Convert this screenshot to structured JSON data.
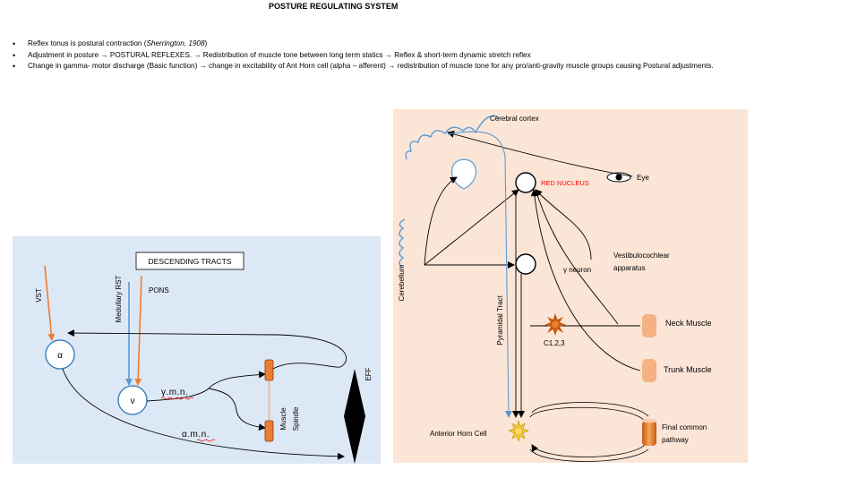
{
  "title": "POSTURE REGULATING SYSTEM",
  "bullets": [
    {
      "text": "Reflex tonus is postural contraction (",
      "italic": "Sherrington, 1908",
      "tail": ")"
    },
    {
      "text": "Adjustment in posture → POSTURAL REFLEXES. → Redistribution of muscle tone between long term statics → Reflex & short-term dynamic stretch reflex",
      "italic": "",
      "tail": ""
    },
    {
      "text": "Change in gamma- motor discharge (Basic function)  → change in excitability of Ant Horn cell (alpha – afferent) → redistribution of muscle tone for any pro/anti-gravity muscle groups causing Postural adjustments.",
      "italic": "",
      "tail": ""
    }
  ],
  "left_panel": {
    "descending_tracts": "DESCENDING TRACTS",
    "vst": "VST",
    "medullary_rst": "Medullary RST",
    "pons": "PONS",
    "alpha": "α",
    "gamma": "ν",
    "gamma_mn": "γ.m.n.",
    "alpha_mn": "α.m.n.",
    "muscle": "Muscle",
    "spindle": "Spindle",
    "eff": "EFF"
  },
  "right_panel": {
    "cerebral_cortex": "Cerebral cortex",
    "eye": "Eye",
    "red_nucleus": "RED NUCLEUS",
    "vestibulocochlear_line1": "Vestibulocochlear",
    "vestibulocochlear_line2": "apparatus",
    "gamma_neuron": "γ neuron",
    "cerebellum": "Cerebellum",
    "pyramidal_tract": "Pyramidal Tract",
    "neck_muscle": "Neck Muscle",
    "c123": "C1,2,3",
    "trunk_muscle": "Trunk Muscle",
    "anterior_horn_cell": "Anterior Horn Cell",
    "final_common_line1": "Final common",
    "final_common_line2": "pathway"
  },
  "colors": {
    "left_panel_bg": "#dce8f5",
    "right_panel_bg": "#fbe5d6",
    "tract_orange": "#ed7d31",
    "tract_blue": "#5b9bd5",
    "red_nucleus_text": "#ff0000",
    "muscle_peach": "#f4b183"
  }
}
